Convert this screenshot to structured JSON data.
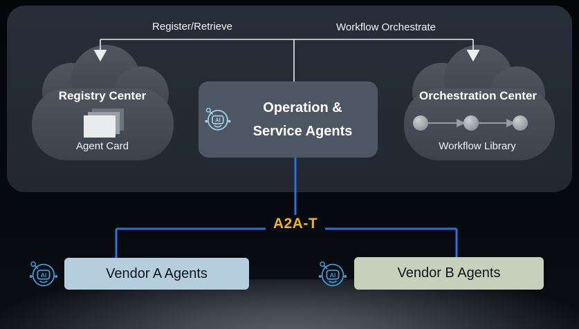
{
  "colors": {
    "background": "#05070b",
    "panel": "#242b35",
    "cloud": "#454c55",
    "operation_box": "#4d5663",
    "accent_yellow": "#f3b610",
    "connector_blue": "#2e6fd8",
    "connector_white": "#eceff2",
    "vendor_a_fill": "#b5cedd",
    "vendor_b_fill": "#c7d0ba",
    "vendor_text": "#10151b",
    "robot_icon_blue": "#3f98d2"
  },
  "flows": {
    "register_retrieve_label": "Register/Retrieve",
    "workflow_orchestrate_label": "Workflow Orchestrate"
  },
  "registry_center": {
    "title": "Registry Center",
    "item_label": "Agent Card"
  },
  "operation_agents": {
    "title_line1": "Operation &",
    "title_line2": "Service Agents"
  },
  "orchestration_center": {
    "title": "Orchestration Center",
    "item_label": "Workflow Library"
  },
  "protocol": {
    "label": "A2A-T"
  },
  "vendors": {
    "vendor_a_label": "Vendor A Agents",
    "vendor_b_label": "Vendor B Agents"
  },
  "icons": {
    "ai_robot_text": "AI"
  }
}
